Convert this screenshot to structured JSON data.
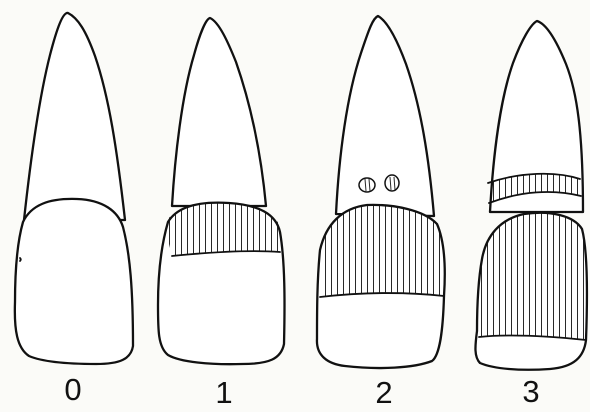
{
  "diagram": {
    "labels": [
      "0",
      "1",
      "2",
      "3"
    ],
    "stroke_color": "#111111",
    "background_color": "#fbfbf8"
  }
}
